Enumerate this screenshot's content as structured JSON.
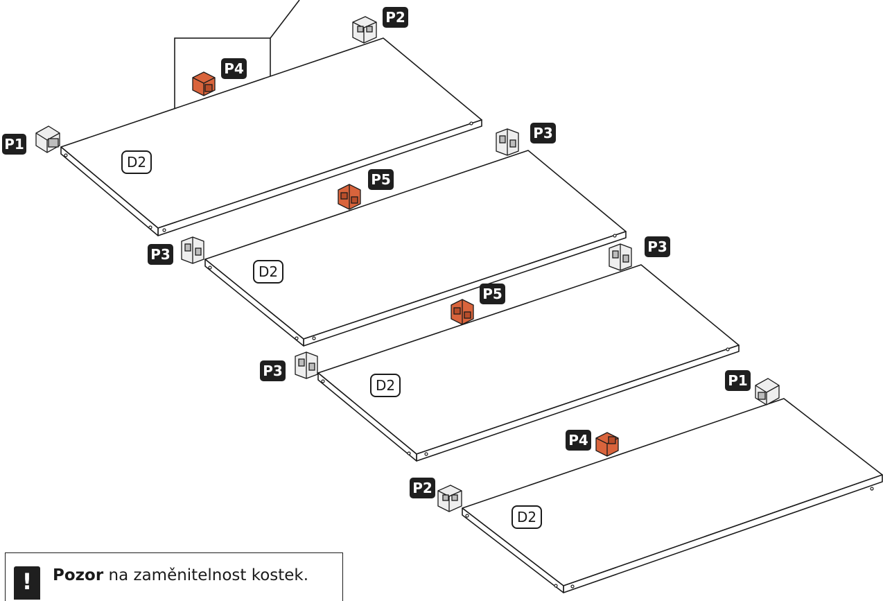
{
  "colors": {
    "line": "#1a1a1a",
    "tag_background": "#1f1f1f",
    "tag_text": "#ffffff",
    "orange_part": "#d9643c",
    "gray_part": "#e3e3e3"
  },
  "boards": [
    {
      "label": "D2",
      "parts": {
        "left_end": "P1",
        "right_end": "P2",
        "middle": "P4"
      }
    },
    {
      "label": "D2",
      "parts": {
        "left_end": "P3",
        "right_end": "P3",
        "middle": "P5"
      }
    },
    {
      "label": "D2",
      "parts": {
        "left_end": "P3",
        "right_end": "P3",
        "middle": "P5"
      }
    },
    {
      "label": "D2",
      "parts": {
        "left_end": "P2",
        "right_end": "P1",
        "middle": "P4"
      }
    }
  ],
  "note": {
    "icon": "exclamation-icon",
    "icon_glyph": "!",
    "bold_text": "Pozor",
    "text": " na zaměnitelnost kostek."
  }
}
